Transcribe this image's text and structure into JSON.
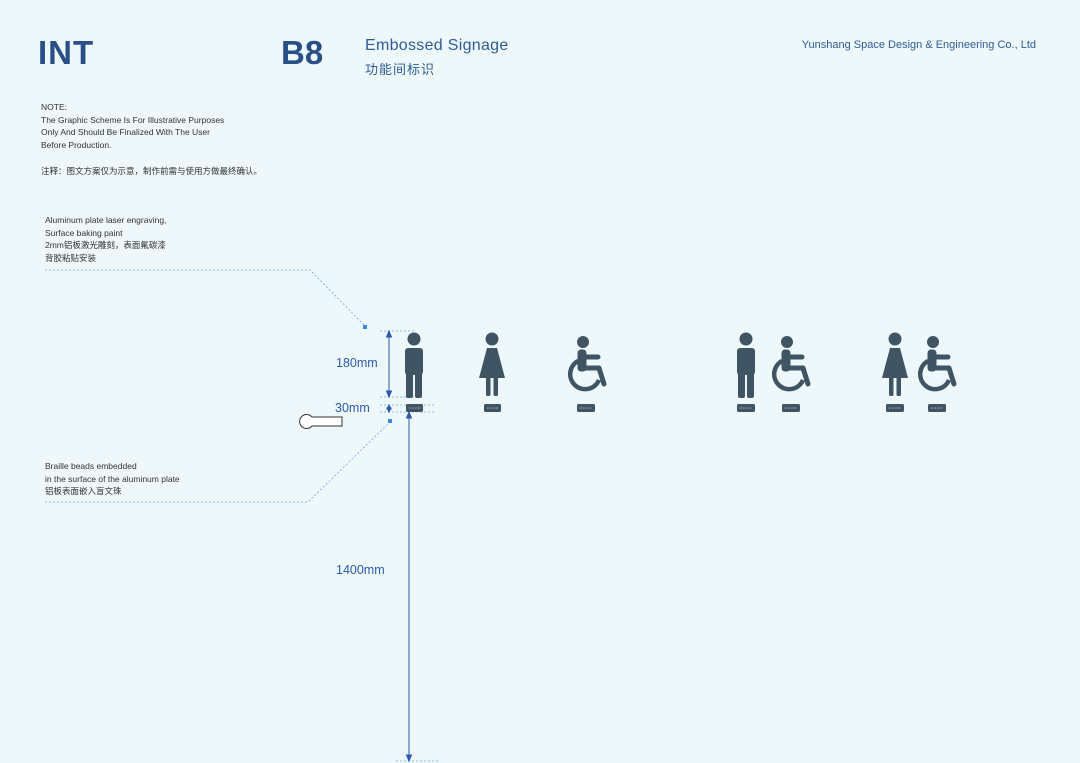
{
  "header": {
    "category": "INT",
    "code": "B8",
    "title_en": "Embossed Signage",
    "title_cn": "功能间标识",
    "company": "Yunshang Space Design & Engineering Co., Ltd"
  },
  "note": {
    "lines": [
      "NOTE:",
      "The Graphic Scheme Is For Illustrative Purposes",
      "Only And Should Be Finalized With The User",
      "Before Production."
    ],
    "cn": "注释：图文方案仅为示意，制作前需与使用方做最终确认。"
  },
  "annotations": {
    "material": [
      "Aluminum plate laser engraving,",
      "Surface baking paint",
      "2mm铝板激光雕刻，表面氟碳漆",
      "背胶粘贴安装"
    ],
    "braille": [
      "Braille beads embedded",
      "in the surface of the aluminum plate",
      "铝板表面嵌入盲文珠"
    ]
  },
  "dimensions": {
    "sign_height": "180mm",
    "braille_height": "30mm",
    "mount_height": "1400mm"
  },
  "colors": {
    "accent": "#2a5aa8",
    "icon": "#3f5563",
    "heading": "#2a4f86"
  },
  "signs": [
    {
      "group": "male",
      "icons": [
        "male-icon"
      ]
    },
    {
      "group": "female",
      "icons": [
        "female-icon"
      ]
    },
    {
      "group": "accessible",
      "icons": [
        "wheelchair-icon"
      ]
    },
    {
      "group": "male-accessible",
      "icons": [
        "male-icon",
        "wheelchair-icon"
      ]
    },
    {
      "group": "female-accessible",
      "icons": [
        "female-icon",
        "wheelchair-icon"
      ]
    }
  ]
}
